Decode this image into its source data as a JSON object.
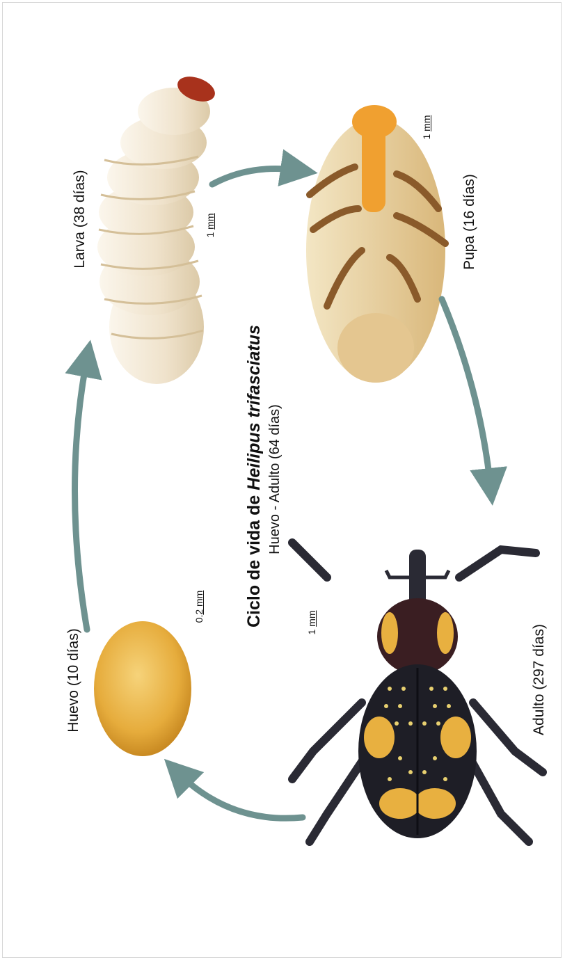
{
  "title": {
    "prefix": "Ciclo de vida de ",
    "species": "Heilipus trifasciatus"
  },
  "subtitle": "Huevo - Adulto (64 días)",
  "stages": [
    {
      "label": "Larva (38 días)",
      "scale": {
        "pre": "1 ",
        "underlined": "mm",
        "post": ""
      }
    },
    {
      "label": "Pupa (16 días)",
      "scale": {
        "pre": "1 ",
        "underlined": "mm",
        "post": ""
      }
    },
    {
      "label": "Adulto (297 días)",
      "scale": {
        "pre": "1 ",
        "underlined": "mm",
        "post": ""
      }
    },
    {
      "label": "Huevo (10 días)",
      "scale": {
        "pre": "0.",
        "underlined": "2 mm",
        "post": ""
      }
    }
  ],
  "colors": {
    "arrow": "#6e9290",
    "egg": "#e6ac3c",
    "larva": "#f0e4d0",
    "pupa": "#e8d2a0",
    "pupa_rostrum": "#f0a030",
    "adult_body": "#2a2a34",
    "adult_spots": "#e8b040"
  }
}
